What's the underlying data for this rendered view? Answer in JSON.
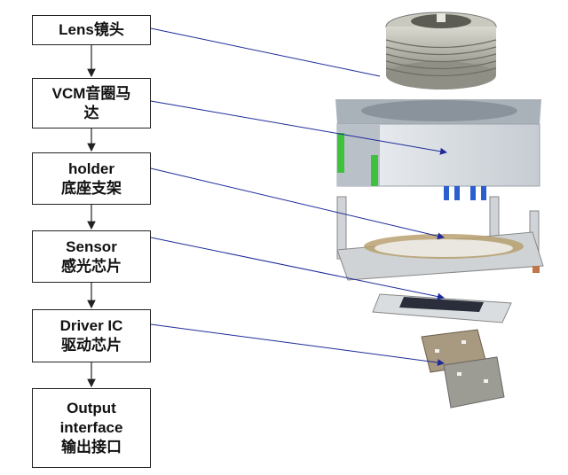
{
  "components": [
    {
      "lines": [
        "Lens镜头"
      ]
    },
    {
      "lines": [
        "VCM音圈马",
        "达"
      ]
    },
    {
      "lines": [
        "holder",
        "底座支架"
      ]
    },
    {
      "lines": [
        "Sensor",
        "感光芯片"
      ]
    },
    {
      "lines": [
        "Driver IC",
        "驱动芯片"
      ]
    },
    {
      "lines": [
        "Output",
        "interface",
        "输出接口"
      ]
    }
  ],
  "colors": {
    "pointer": "#1f2b9a",
    "flow_arrow": "#222222",
    "vcm_body": "#d8dde2",
    "vcm_accent": "#3ec23e",
    "lens_metal": "#bdbdb3",
    "chip_dark": "#2a2e3a"
  },
  "icons": [
    "lens-illustration",
    "vcm-illustration",
    "holder-illustration",
    "sensor-illustration",
    "driver-ic-illustration"
  ]
}
